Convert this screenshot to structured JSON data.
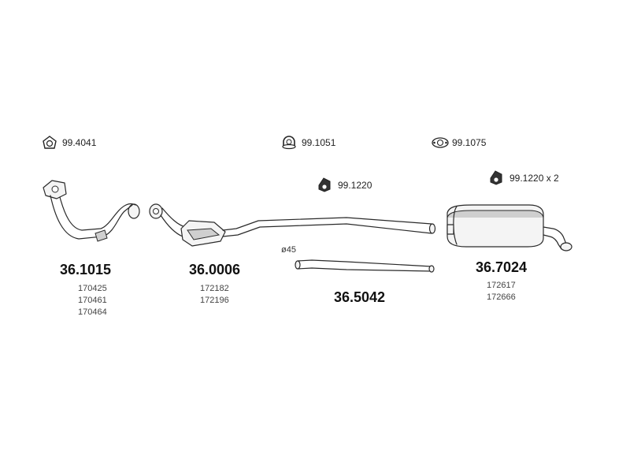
{
  "accessories": [
    {
      "id": "ring-gasket",
      "code": "99.4041",
      "icon": "ring-gasket-icon"
    },
    {
      "id": "u-bolt-clamp",
      "code": "99.1051",
      "icon": "u-bolt-clamp-icon"
    },
    {
      "id": "flange-gasket",
      "code": "99.1075",
      "icon": "flange-gasket-icon"
    },
    {
      "id": "rubber-hanger-1",
      "code": "99.1220",
      "icon": "rubber-hanger-icon"
    },
    {
      "id": "rubber-hanger-2",
      "code": "99.1220 x 2",
      "icon": "rubber-hanger-icon"
    }
  ],
  "parts": [
    {
      "id": "front-pipe",
      "number": "36.1015",
      "oem": [
        "170425",
        "170461",
        "170464"
      ]
    },
    {
      "id": "catalytic-converter",
      "number": "36.0006",
      "oem": [
        "172182",
        "172196"
      ]
    },
    {
      "id": "intermediate-pipe",
      "number": "36.5042",
      "diameter": "ø45",
      "oem": []
    },
    {
      "id": "rear-silencer",
      "number": "36.7024",
      "oem": [
        "172617",
        "172666"
      ]
    }
  ]
}
